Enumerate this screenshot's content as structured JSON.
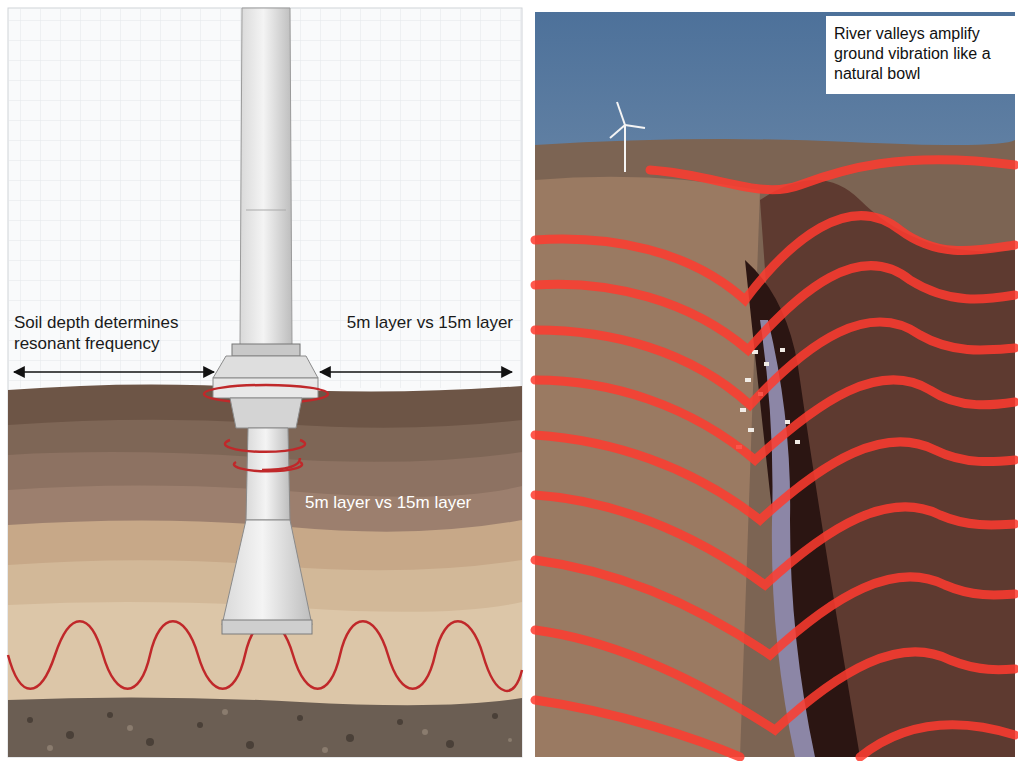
{
  "diagram": {
    "nodes": [
      {
        "text": [
          "River valleys amplify ground vibration like a natural bowl"
        ]
      }
    ],
    "labels": [
      "Soil depth determines resonant frequency",
      "5m layer vs 15m layer",
      "5m layer vs 15m layer"
    ]
  }
}
